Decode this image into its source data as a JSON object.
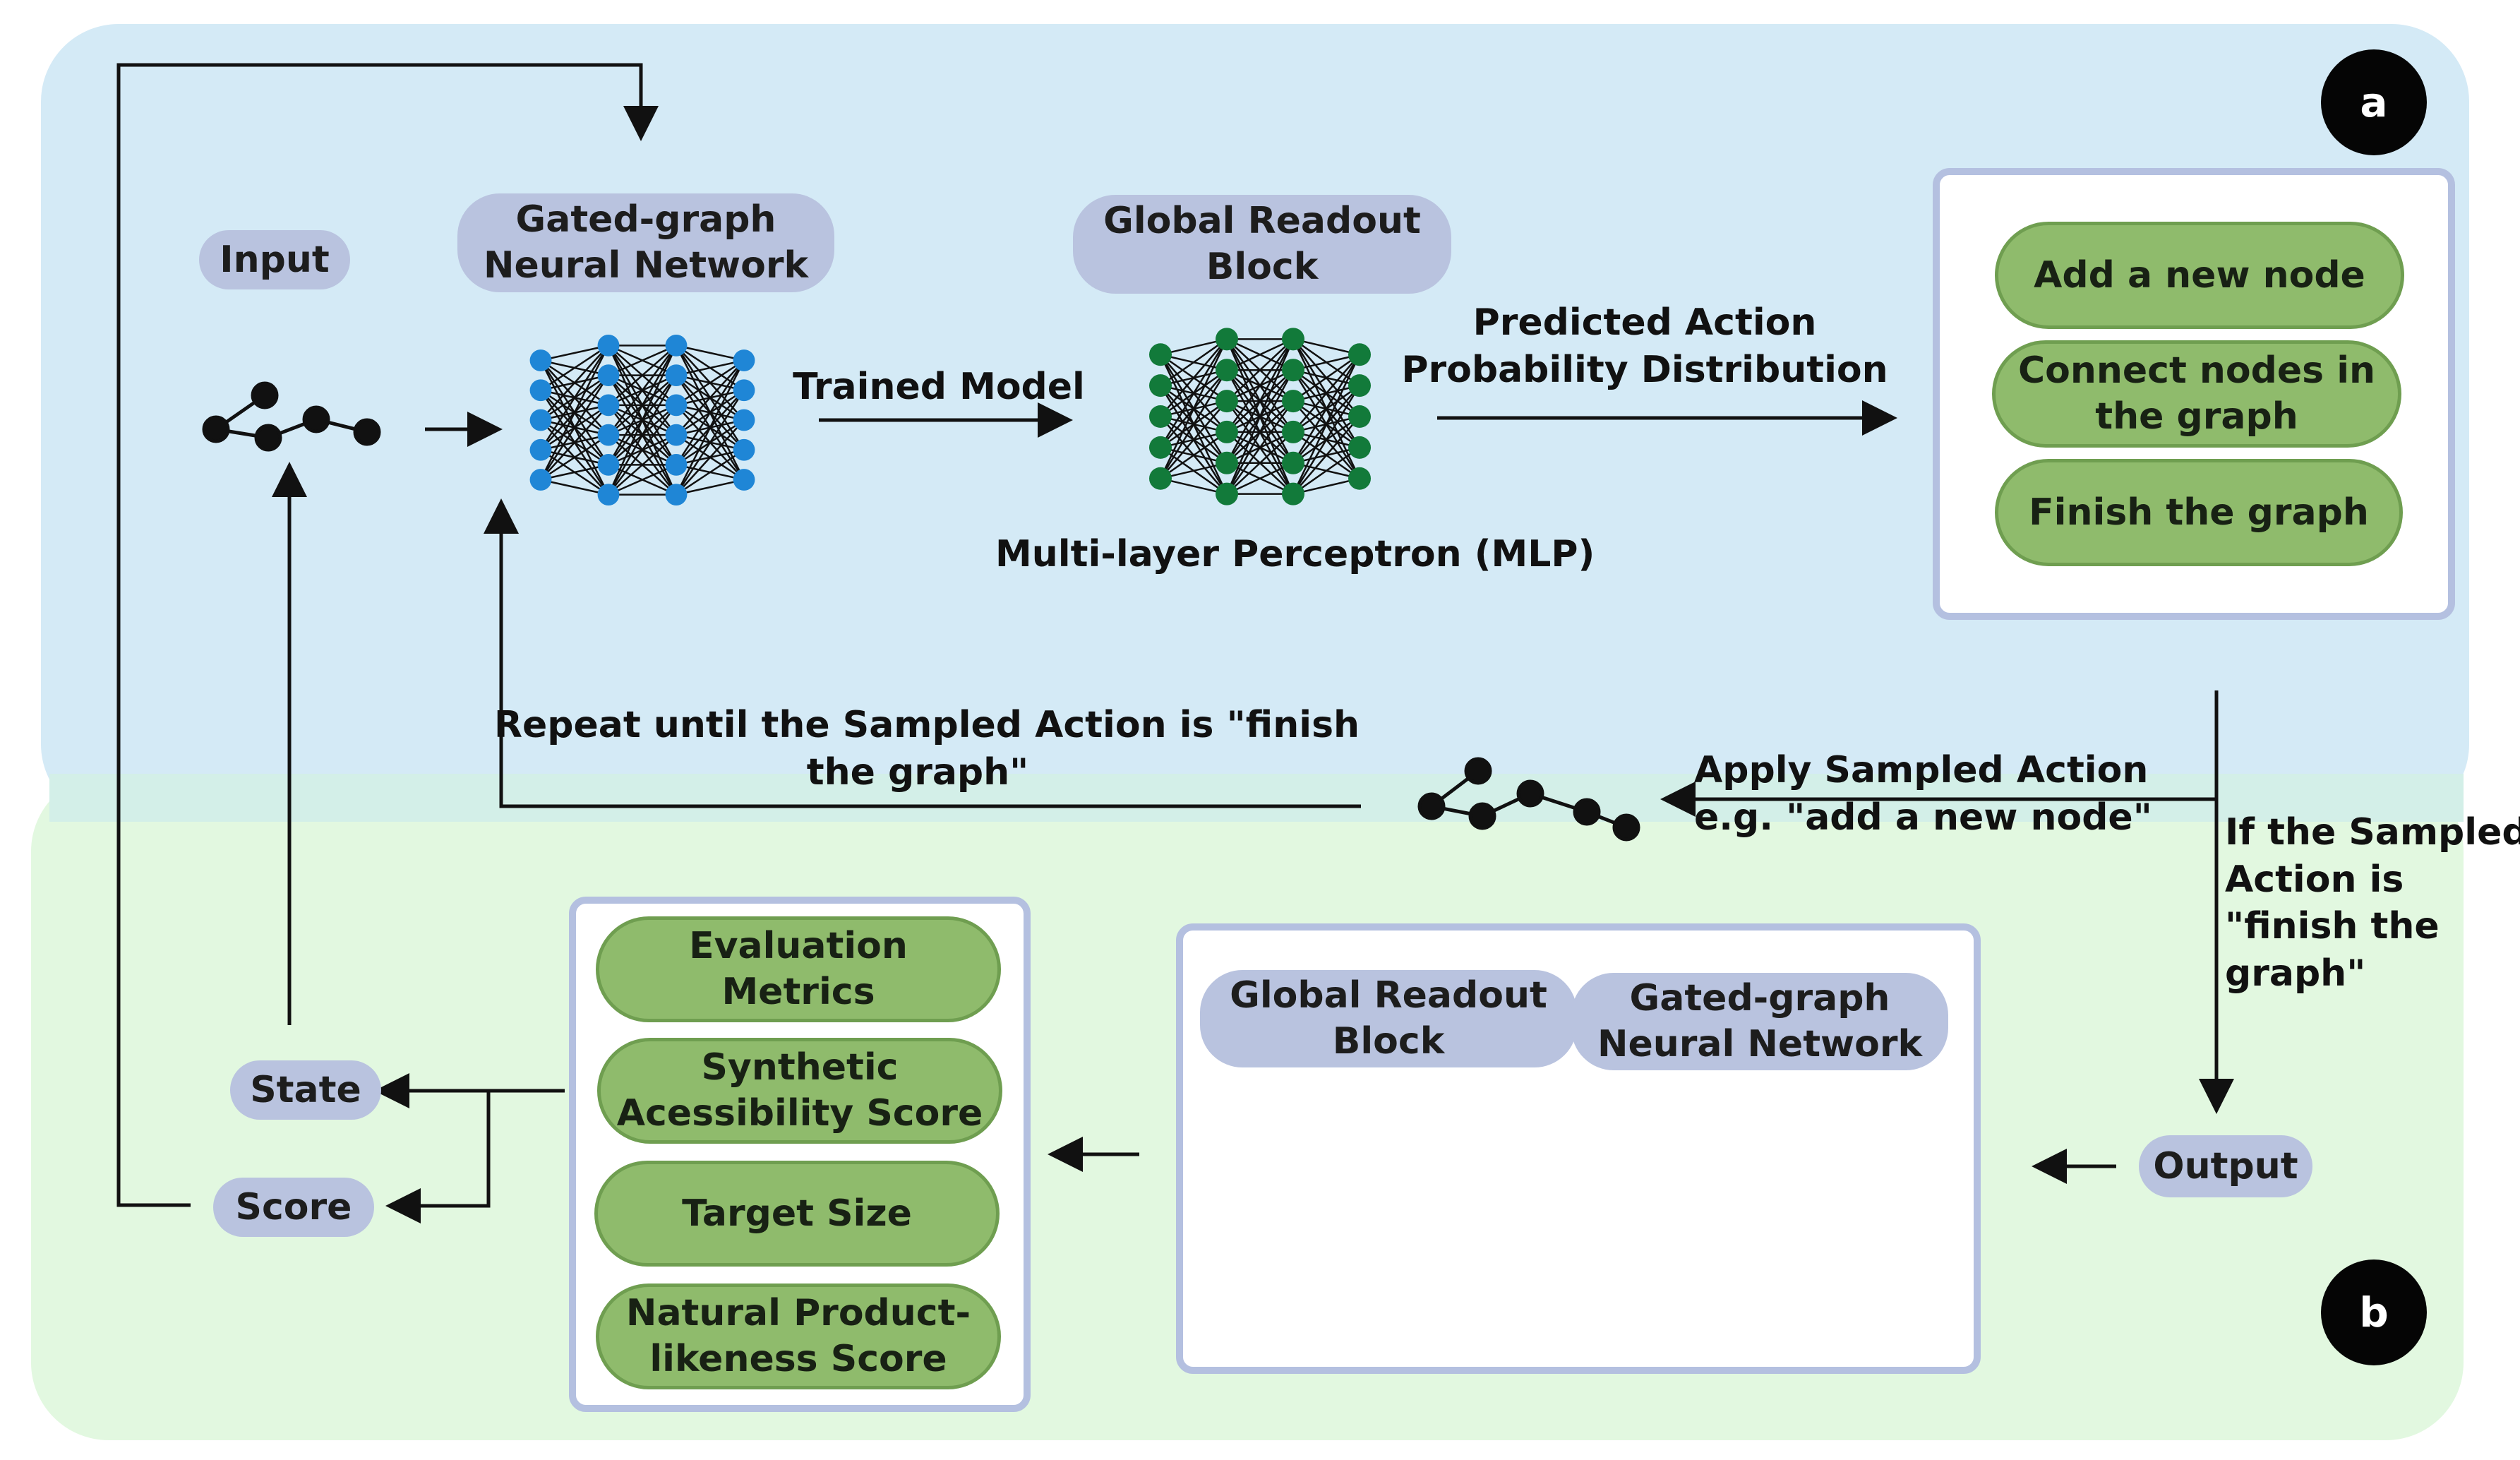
{
  "sections": {
    "a": {
      "label": "a",
      "color": "#d4eaf6"
    },
    "b": {
      "label": "b",
      "color": "#e2f8e0"
    }
  },
  "top": {
    "input_label": "Input",
    "ggnn_line1": "Gated-graph",
    "ggnn_line2": "Neural Network",
    "trained_model": "Trained Model",
    "readout_line1": "Global Readout",
    "readout_line2": "Block",
    "mlp_caption": "Multi-layer Perceptron (MLP)",
    "predicted_line1": "Predicted Action",
    "predicted_line2": "Probability Distribution",
    "actions": [
      {
        "line1": "Add a new node",
        "line2": ""
      },
      {
        "line1": "Connect nodes in",
        "line2": "the graph"
      },
      {
        "line1": "Finish the graph",
        "line2": ""
      }
    ],
    "repeat_line1": "Repeat  until the Sampled Action  is \"finish",
    "repeat_line2": "the graph\"",
    "apply_line1": "Apply Sampled Action",
    "apply_line2": "e.g. \"add a new node\"",
    "if_lines": [
      "If the Sampled",
      "Action is",
      "\"finish the",
      "graph\""
    ]
  },
  "bottom": {
    "metrics": [
      {
        "line1": "Evaluation",
        "line2": "Metrics"
      },
      {
        "line1": "Synthetic",
        "line2": "Acessibility Score"
      },
      {
        "line1": "Target Size",
        "line2": ""
      },
      {
        "line1": "Natural Product-",
        "line2": "likeness Score"
      }
    ],
    "state_label": "State",
    "score_label": "Score",
    "readout_line1": "Global Readout",
    "readout_line2": "Block",
    "ggnn_line1": "Gated-graph",
    "ggnn_line2": "Neural Network",
    "output_label": "Output"
  },
  "colors": {
    "blue_node": "#1f86d6",
    "green_node": "#127a3a",
    "lavender": "#b9c3df",
    "green_pill": "#8fbb6c"
  }
}
